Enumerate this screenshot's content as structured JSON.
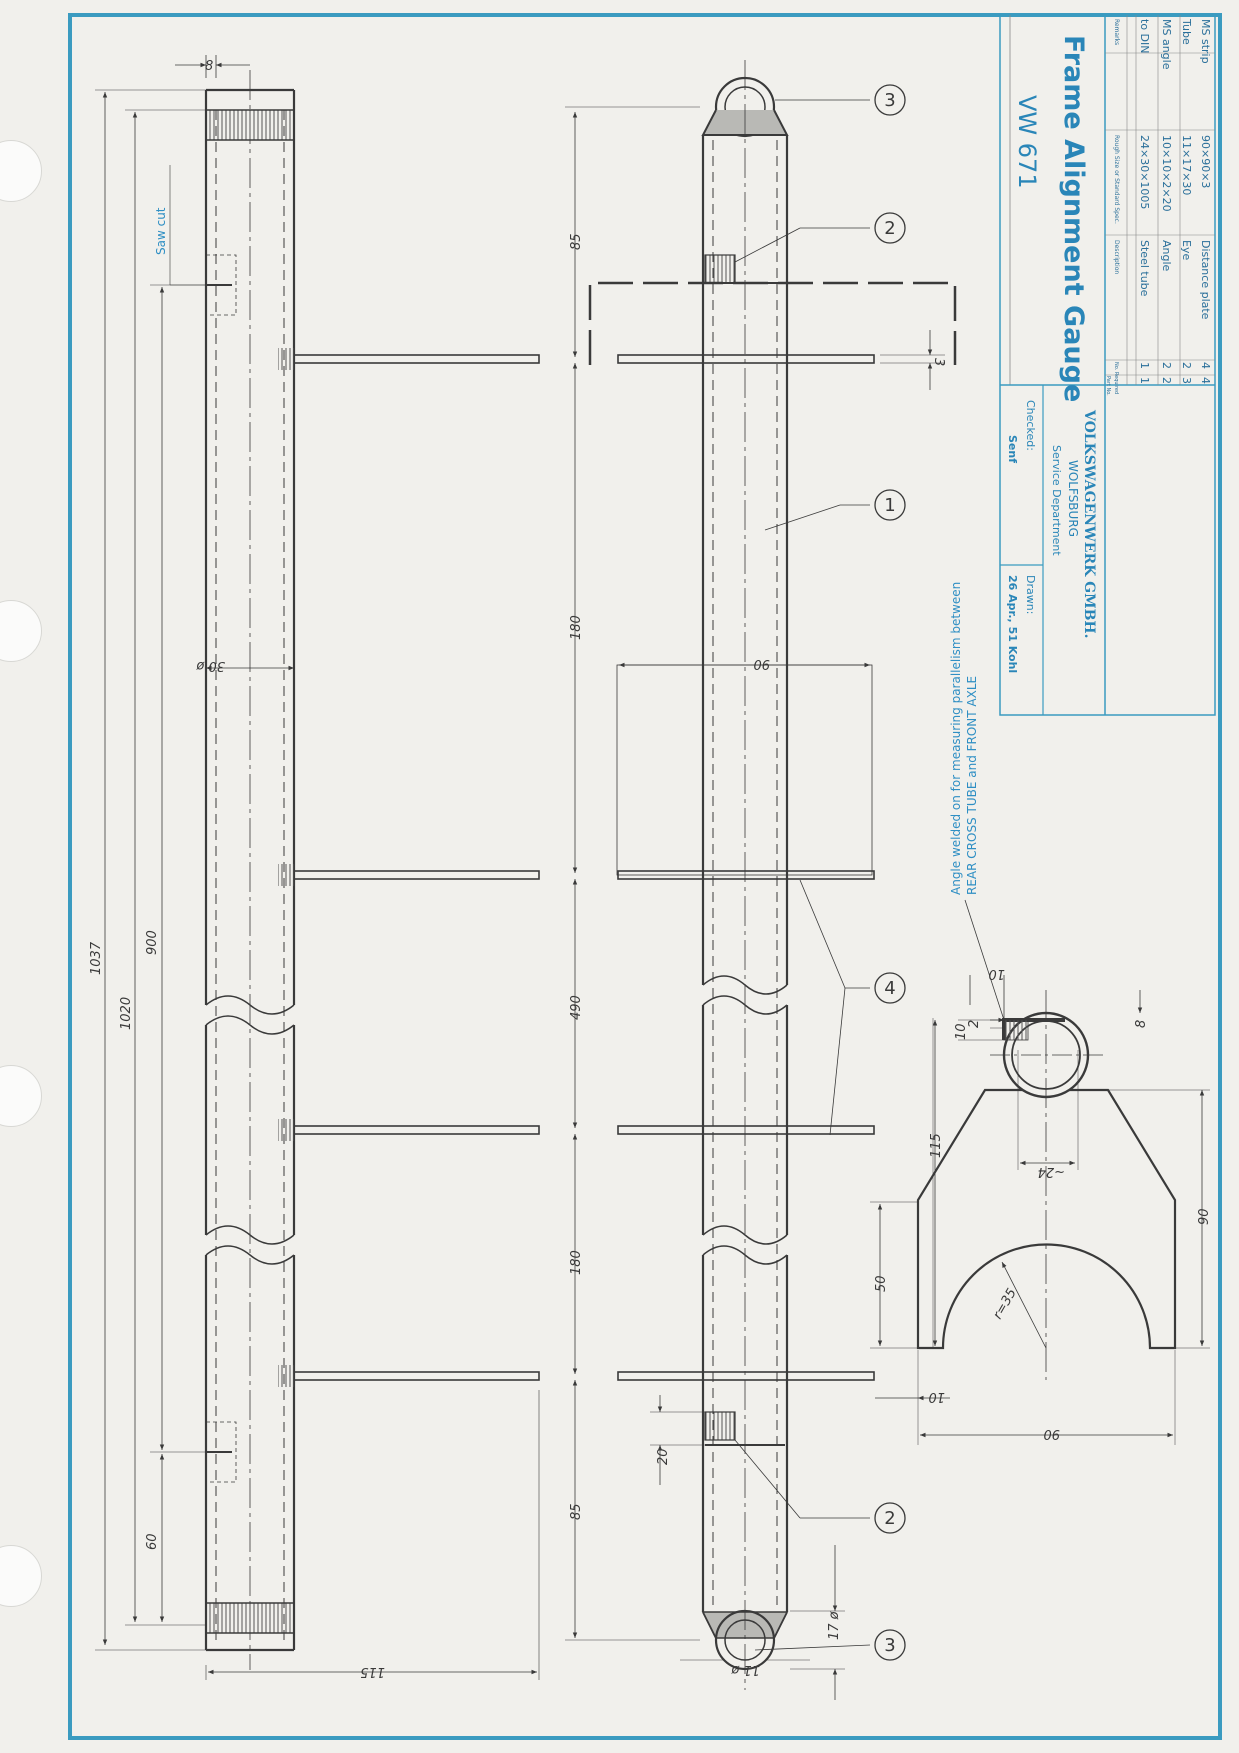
{
  "colors": {
    "paper": "#f1f0ec",
    "frame": "#3b9bc0",
    "ink": "#3a3a3a",
    "note": "#2f8fc4"
  },
  "title_block": {
    "title": "Frame Alignment Gauge",
    "number": "VW 671",
    "company": "VOLKSWAGENWERK GMBH.",
    "city": "WOLFSBURG",
    "department": "Service Department",
    "drawn_label": "Drawn:",
    "drawn_value": "26 Apr., 51  Kohl",
    "checked_label": "Checked:",
    "checked_value": "Senf",
    "headers": {
      "part_no": "Part No.",
      "no_required": "No. Required",
      "description": "Description",
      "size": "Rough Size or Standard Spec.",
      "remarks": "Remarks"
    },
    "parts": [
      {
        "part": "4",
        "qty": "4",
        "description": "Distance plate",
        "size": "90×90×3",
        "remarks": "MS strip"
      },
      {
        "part": "3",
        "qty": "2",
        "description": "Eye",
        "size": "11×17×30",
        "remarks": "Tube"
      },
      {
        "part": "2",
        "qty": "2",
        "description": "Angle",
        "size": "10×10×2×20",
        "remarks": "MS angle"
      },
      {
        "part": "1",
        "qty": "1",
        "description": "Steel tube",
        "size": "24×30×1005",
        "remarks": "to DIN"
      }
    ]
  },
  "annotations": {
    "saw_cut": "Saw cut",
    "note_line1": "Angle welded on for measuring parallelism between",
    "note_line2": "REAR CROSS TUBE and FRONT AXLE"
  },
  "balloons": {
    "b1": "1",
    "b2": "2",
    "b3": "3",
    "b4": "4"
  },
  "dimensions": {
    "d8_top": "8",
    "d1037": "1037",
    "d1020": "1020",
    "d900": "900",
    "d60": "60",
    "d30": "30 ø",
    "d115_bottom": "115",
    "d85_top": "85",
    "d180_top": "180",
    "d490": "490",
    "d180_bottom": "180",
    "d85_bottom": "85",
    "d3": "3",
    "d90_plate": "90",
    "d20": "20",
    "d17": "17 ø",
    "d11": "11 ø",
    "d10_a": "10",
    "d10_b": "10",
    "d2": "2",
    "d8_r": "8",
    "d24": "~24",
    "d115_r": "115",
    "d90_r": "90",
    "d50": "50",
    "d35": "r=35",
    "d10_c": "10",
    "d90_bottom": "90"
  }
}
